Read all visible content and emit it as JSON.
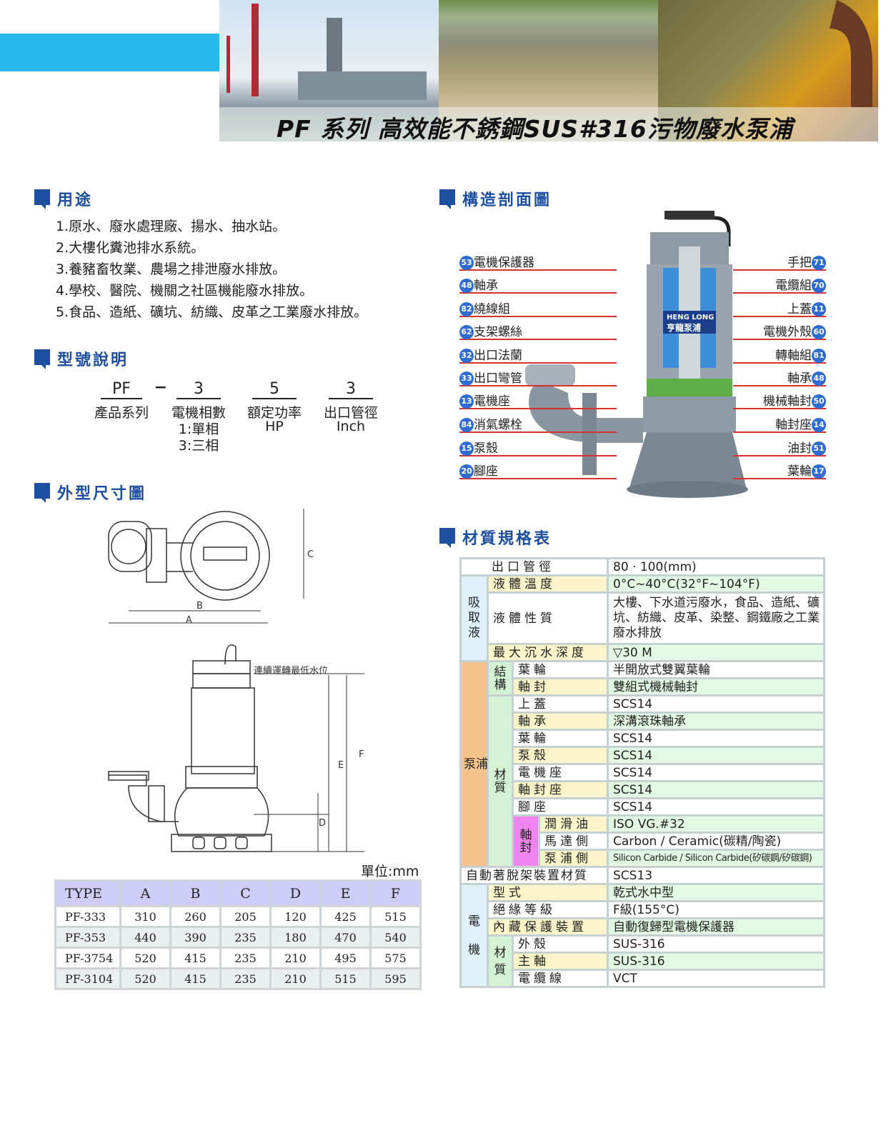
{
  "header": {
    "title": "PF 系列  高效能不銹鋼SUS#316污物廢水泵浦"
  },
  "sections": {
    "usage": "用途",
    "model": "型號說明",
    "dimensions": "外型尺寸圖",
    "structure": "構造剖面圖",
    "materials": "材質規格表"
  },
  "usage": [
    "1.原水、廢水處理廠、揚水、抽水站。",
    "2.大樓化糞池排水系統。",
    "3.養豬畜牧業、農場之排泄廢水排放。",
    "4.學校、醫院、機關之社區機能廢水排放。",
    "5.食品、造紙、礦坑、紡織、皮革之工業廢水排放。"
  ],
  "model": {
    "codes": [
      "PF",
      "−",
      "3",
      "5",
      "3"
    ],
    "labels": [
      "產品系列",
      "電機相數",
      "額定功率",
      "出口管徑"
    ],
    "phase_options": [
      "1:單相",
      "3:三相"
    ],
    "power_unit": "HP",
    "outlet_unit": "Inch"
  },
  "drawing": {
    "water_level": "連續運轉最低水位",
    "dims": [
      "A",
      "B",
      "C",
      "D",
      "E",
      "F"
    ],
    "brand": [
      "HENG LONG",
      "亨龍泵浦"
    ]
  },
  "dim_table": {
    "unit": "單位:mm",
    "headers": [
      "TYPE",
      "A",
      "B",
      "C",
      "D",
      "E",
      "F"
    ],
    "rows": [
      [
        "PF-333",
        "310",
        "260",
        "205",
        "120",
        "425",
        "515"
      ],
      [
        "PF-353",
        "440",
        "390",
        "235",
        "180",
        "470",
        "540"
      ],
      [
        "PF-3754",
        "520",
        "415",
        "235",
        "210",
        "495",
        "575"
      ],
      [
        "PF-3104",
        "520",
        "415",
        "235",
        "210",
        "515",
        "595"
      ]
    ]
  },
  "parts_left": [
    {
      "n": "53",
      "t": "電機保護器"
    },
    {
      "n": "48",
      "t": "軸承"
    },
    {
      "n": "82",
      "t": "繞線組"
    },
    {
      "n": "62",
      "t": "支架螺絲"
    },
    {
      "n": "32",
      "t": "出口法蘭"
    },
    {
      "n": "33",
      "t": "出口彎管"
    },
    {
      "n": "13",
      "t": "電機座"
    },
    {
      "n": "84",
      "t": "消氣螺栓"
    },
    {
      "n": "15",
      "t": "泵殼"
    },
    {
      "n": "20",
      "t": "腳座"
    }
  ],
  "parts_right": [
    {
      "n": "71",
      "t": "手把"
    },
    {
      "n": "70",
      "t": "電纜組"
    },
    {
      "n": "11",
      "t": "上蓋"
    },
    {
      "n": "60",
      "t": "電機外殼"
    },
    {
      "n": "81",
      "t": "轉軸組"
    },
    {
      "n": "48",
      "t": "軸承"
    },
    {
      "n": "50",
      "t": "機械軸封"
    },
    {
      "n": "14",
      "t": "軸封座"
    },
    {
      "n": "51",
      "t": "油封"
    },
    {
      "n": "17",
      "t": "葉輪"
    }
  ],
  "materials": {
    "groups": {
      "liquid": "吸取液",
      "pump": "泵浦",
      "structure": "結構",
      "material": "材質",
      "seal": "軸封",
      "motor": "電機"
    },
    "outlet": {
      "k": "出口管徑",
      "v": "80 · 100(mm)"
    },
    "temp": {
      "k": "液體溫度",
      "v": "0°C~40°C(32°F~104°F)"
    },
    "nature": {
      "k": "液體性質",
      "v": "大樓、下水道污廢水，食品、造紙、礦坑、紡織、皮革、染整、鋼鐵廠之工業廢水排放"
    },
    "depth": {
      "k": "最大沉水深度",
      "v": "▽30 M"
    },
    "impeller_type": {
      "k": "葉輪",
      "v": "半開放式雙翼葉輪"
    },
    "seal_type": {
      "k": "軸封",
      "v": "雙組式機械軸封"
    },
    "pump_mat": [
      {
        "k": "上蓋",
        "v": "SCS14"
      },
      {
        "k": "軸承",
        "v": "深溝滾珠軸承"
      },
      {
        "k": "葉輪",
        "v": "SCS14"
      },
      {
        "k": "泵殼",
        "v": "SCS14"
      },
      {
        "k": "電機座",
        "v": "SCS14"
      },
      {
        "k": "軸封座",
        "v": "SCS14"
      },
      {
        "k": "腳座",
        "v": "SCS14"
      }
    ],
    "seal_mat": [
      {
        "k": "潤滑油",
        "v": "ISO VG.#32"
      },
      {
        "k": "馬達側",
        "v": "Carbon / Ceramic(碳精/陶瓷)"
      },
      {
        "k": "泵浦側",
        "v": "Silicon Carbide / Silicon Carbide(矽碳鋼/矽碳鋼)"
      }
    ],
    "rail": {
      "k": "自動著脫架裝置材質",
      "v": "SCS13"
    },
    "motor": [
      {
        "k": "型式",
        "v": "乾式水中型"
      },
      {
        "k": "絕緣等級",
        "v": "F級(155°C)"
      },
      {
        "k": "內藏保護裝置",
        "v": "自動復歸型電機保護器"
      }
    ],
    "motor_mat": [
      {
        "k": "外殼",
        "v": "SUS-316"
      },
      {
        "k": "主軸",
        "v": "SUS-316"
      },
      {
        "k": "電纜線",
        "v": "VCT"
      }
    ]
  }
}
